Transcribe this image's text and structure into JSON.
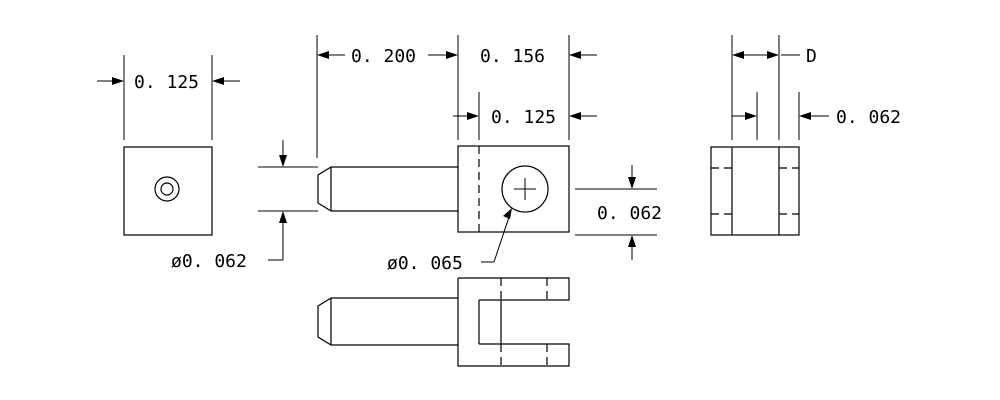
{
  "dimensions": {
    "width_0125_left": "0. 125",
    "length_0200": "0. 200",
    "width_0156": "0. 156",
    "width_0125_inner": "0. 125",
    "dim_D": "D",
    "thickness_0062": "0. 062",
    "height_0062": "0. 062",
    "dia_0062": "ø0. 062",
    "dia_0065": "ø0. 065"
  }
}
